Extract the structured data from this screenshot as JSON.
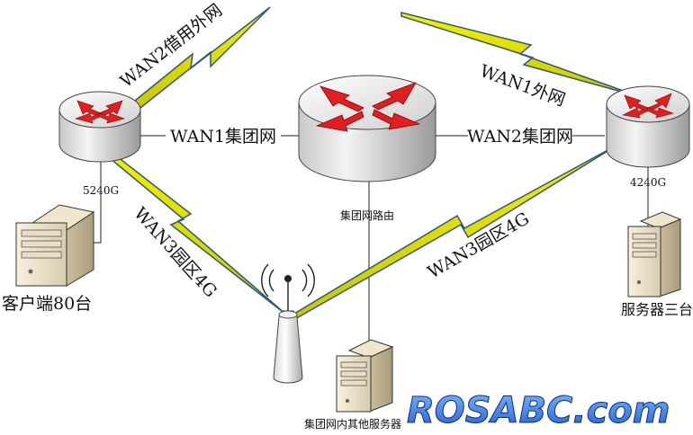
{
  "diagram": {
    "nodes": {
      "router_left": {
        "label": "5240G"
      },
      "router_center": {
        "label": "集团网路由"
      },
      "router_right": {
        "label": "4240G"
      },
      "client_pc": {
        "label": "客户端80台"
      },
      "server_right": {
        "label": "服务器三台"
      },
      "server_bottom": {
        "label": "集团网内其他服务器"
      }
    },
    "links": {
      "wan1_group": "WAN1集团网",
      "wan2_group": "WAN2集团网",
      "wan2_borrowed": "WAN2借用外网",
      "wan1_external": "WAN1外网",
      "wan3_left": "WAN3园区4G",
      "wan3_right": "WAN3园区4G"
    },
    "watermark": "ROSABC.com"
  }
}
